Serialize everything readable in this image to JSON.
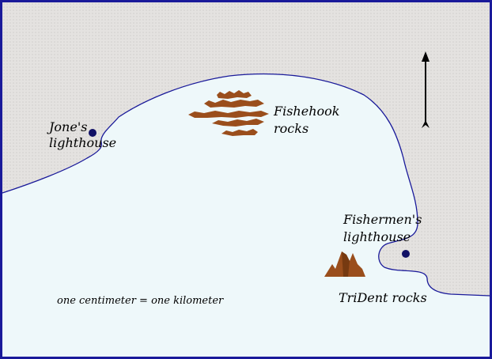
{
  "colors": {
    "land": "#e4e2e0",
    "land_dot": "#b8b6b4",
    "water": "#eef8fa",
    "border": "#1a1a9a",
    "coast": "#1a1a9a",
    "lighthouse": "#111166",
    "rock_fill": "#9a4e1c",
    "rock_dark": "#5a2a0a",
    "arrow": "#000000"
  },
  "labels": {
    "jones_lighthouse": [
      "Jone's",
      "lighthouse"
    ],
    "fishhook_rocks": [
      "Fishehook",
      "rocks"
    ],
    "fishermens_lighthouse": [
      "Fishermen's",
      "lighthouse"
    ],
    "trident_rocks": "TriDent rocks",
    "scale": "one centimeter = one kilometer"
  },
  "icons": {
    "north_arrow": "north-arrow-icon",
    "lighthouse": "lighthouse-dot-icon",
    "rocks": "rock-cluster-icon"
  }
}
